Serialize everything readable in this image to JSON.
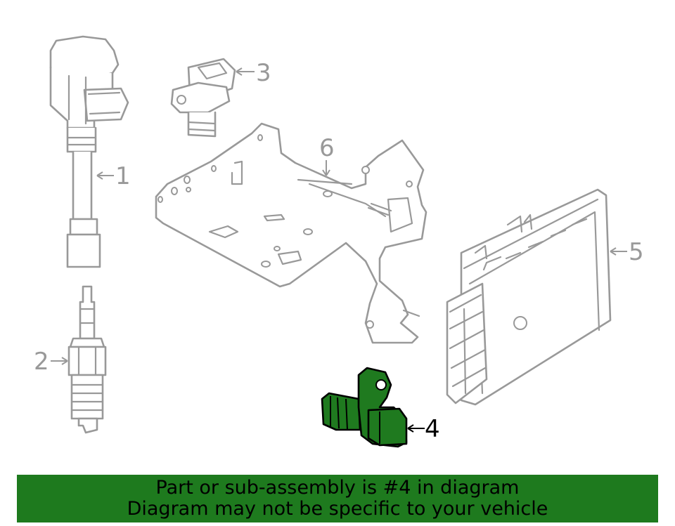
{
  "colors": {
    "outline": "#999999",
    "highlight_fill": "#1f7a1f",
    "banner": "#1e7a1e",
    "highlight_outline": "#000000"
  },
  "callouts": [
    {
      "id": "1",
      "label": "1",
      "part": "ignition-coil"
    },
    {
      "id": "2",
      "label": "2",
      "part": "spark-plug"
    },
    {
      "id": "3",
      "label": "3",
      "part": "camshaft-position-sensor"
    },
    {
      "id": "4",
      "label": "4",
      "part": "crankshaft-position-sensor",
      "highlighted": true
    },
    {
      "id": "5",
      "label": "5",
      "part": "engine-control-module"
    },
    {
      "id": "6",
      "label": "6",
      "part": "mounting-bracket"
    }
  ],
  "banner": {
    "line1": "Part or sub-assembly is #4 in diagram",
    "line2": "Diagram may not be specific to your vehicle"
  }
}
